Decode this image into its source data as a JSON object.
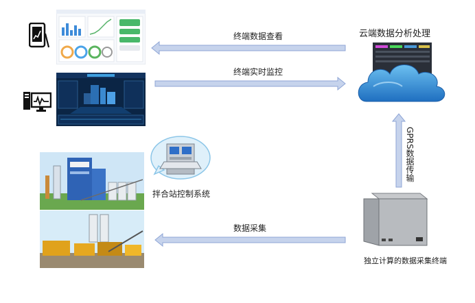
{
  "labels": {
    "terminal_view": "终端数据查看",
    "terminal_monitor": "终端实时监控",
    "cloud": "云端数据分析处理",
    "gprs": "GPRS数据传输",
    "control_system": "拌合站控制系统",
    "data_collect": "数据采集",
    "collector": "独立计算的数据采集终端"
  },
  "colors": {
    "arrow": "#c6d3ec",
    "arrow_stroke": "#8fa6d6",
    "cloud": "#3a8fd6",
    "screen_dark": "#0b2545"
  },
  "icons": [
    "tablet-chart-icon",
    "monitor-waveform-icon",
    "server-cloud-icon",
    "control-console-icon",
    "collector-box-icon"
  ]
}
